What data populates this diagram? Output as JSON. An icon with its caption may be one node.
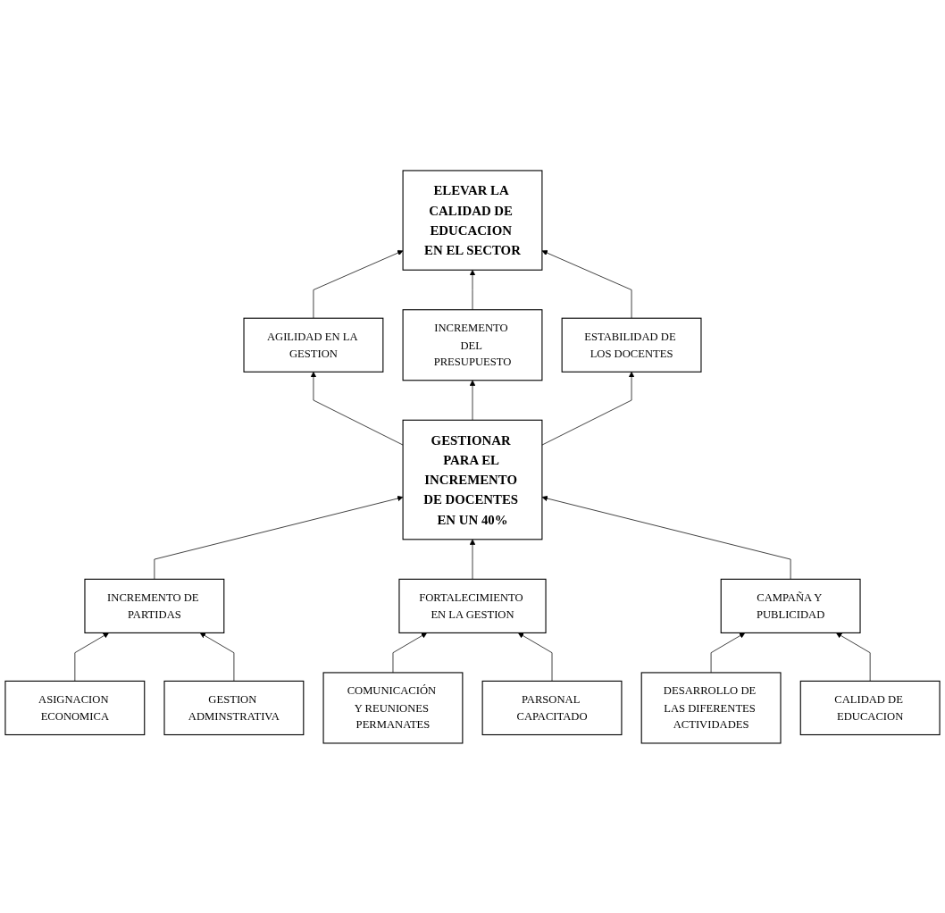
{
  "diagram": {
    "nodes": [
      {
        "text": [
          "ELEVAR LA CALIDAD DE EDUCACION EN EL SECTOR"
        ]
      },
      {
        "text": [
          "AGILIDAD EN LA GESTION"
        ]
      },
      {
        "text": [
          "INCREMENTO DEL PRESUPUESTO"
        ]
      },
      {
        "text": [
          "ESTABILIDAD DE LOS DOCENTES"
        ]
      },
      {
        "text": [
          "GESTIONAR PARA EL INCREMENTO DE DOCENTES EN UN 40%"
        ]
      },
      {
        "text": [
          "INCREMENTO DE PARTIDAS"
        ]
      },
      {
        "text": [
          "FORTALECIMIENTO EN LA GESTION"
        ]
      },
      {
        "text": [
          "CAMPAÑA Y PUBLICIDAD"
        ]
      },
      {
        "text": [
          "ASIGNACION ECONOMICA"
        ]
      },
      {
        "text": [
          "GESTION ADMINSTRATIVA"
        ]
      },
      {
        "text": [
          "COMUNICACIÓN Y REUNIONES PERMANATES"
        ]
      },
      {
        "text": [
          "PARSONAL CAPACITADO"
        ]
      },
      {
        "text": [
          "DESARROLLO DE LAS DIFERENTES ACTIVIDADES"
        ]
      },
      {
        "text": [
          "CALIDAD DE EDUCACION"
        ]
      }
    ],
    "edges": [
      {
        "from": 1,
        "to": 0,
        "arrow": "to"
      },
      {
        "from": 2,
        "to": 0,
        "arrow": "to"
      },
      {
        "from": 3,
        "to": 0,
        "arrow": "to"
      },
      {
        "from": 4,
        "to": 1,
        "arrow": "to"
      },
      {
        "from": 4,
        "to": 2,
        "arrow": "to"
      },
      {
        "from": 4,
        "to": 3,
        "arrow": "to"
      },
      {
        "from": 5,
        "to": 4,
        "arrow": "to"
      },
      {
        "from": 6,
        "to": 4,
        "arrow": "to"
      },
      {
        "from": 7,
        "to": 4,
        "arrow": "to"
      },
      {
        "from": 8,
        "to": 5,
        "arrow": "to"
      },
      {
        "from": 9,
        "to": 5,
        "arrow": "to"
      },
      {
        "from": 10,
        "to": 6,
        "arrow": "to"
      },
      {
        "from": 11,
        "to": 6,
        "arrow": "to"
      },
      {
        "from": 12,
        "to": 7,
        "arrow": "to"
      },
      {
        "from": 13,
        "to": 7,
        "arrow": "to"
      }
    ]
  }
}
